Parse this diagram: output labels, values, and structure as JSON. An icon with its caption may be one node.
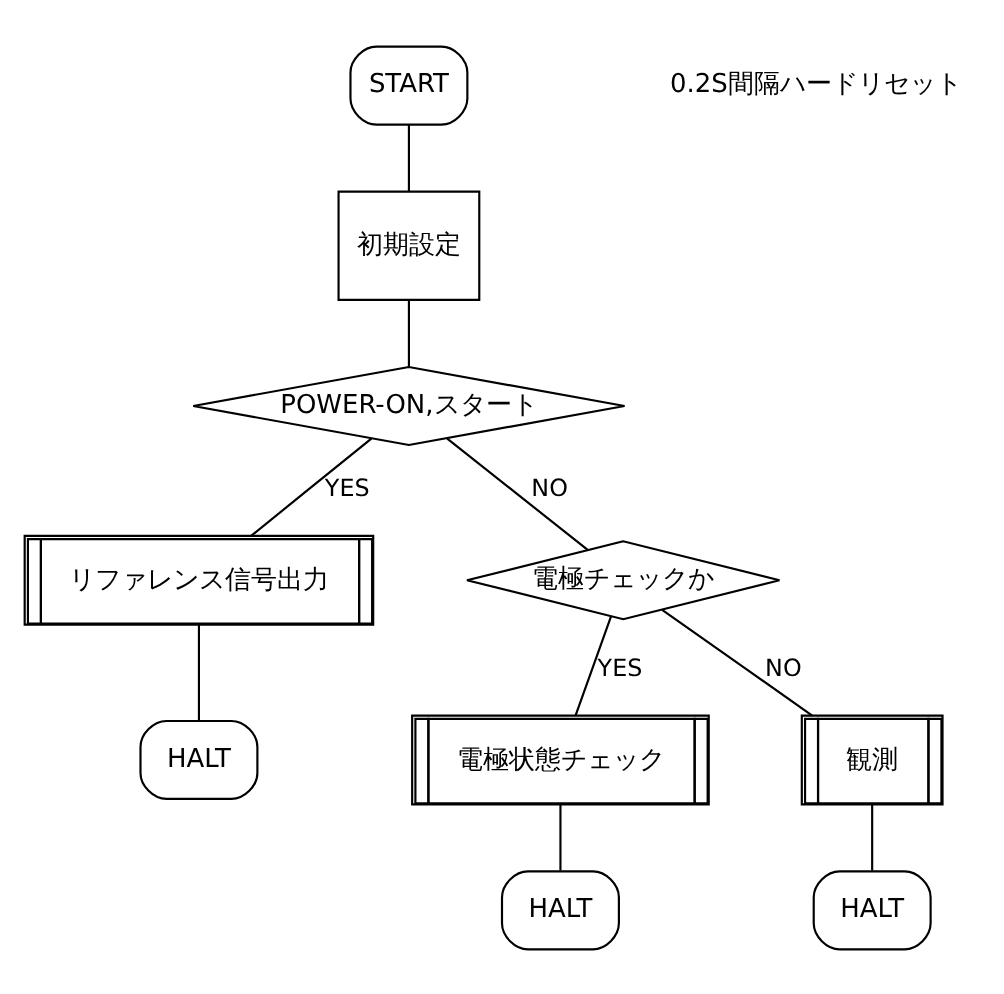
{
  "diagram": {
    "nodes": [
      {
        "text": [
          "START"
        ]
      },
      {
        "text": [
          "初期設定"
        ]
      },
      {
        "text": [
          "POWER-ON,スタート"
        ]
      },
      {
        "text": [
          "リファレンス信号出力"
        ]
      },
      {
        "text": [
          "HALT"
        ]
      },
      {
        "text": [
          "電極チェックか"
        ]
      },
      {
        "text": [
          "電極状態チェック"
        ]
      },
      {
        "text": [
          "観測"
        ]
      },
      {
        "text": [
          "HALT"
        ]
      },
      {
        "text": [
          "HALT"
        ]
      }
    ],
    "edges": [
      {
        "from": 0,
        "to": 1,
        "arrow": "none"
      },
      {
        "from": 1,
        "to": 2,
        "arrow": "none"
      },
      {
        "from": 2,
        "to": 3,
        "arrow": "none",
        "label": "YES"
      },
      {
        "from": 3,
        "to": 4,
        "arrow": "none"
      },
      {
        "from": 2,
        "to": 5,
        "arrow": "none",
        "label": "NO"
      },
      {
        "from": 5,
        "to": 6,
        "arrow": "none",
        "label": "YES"
      },
      {
        "from": 6,
        "to": 8,
        "arrow": "none"
      },
      {
        "from": 5,
        "to": 7,
        "arrow": "none",
        "label": "NO"
      },
      {
        "from": 7,
        "to": 9,
        "arrow": "none"
      }
    ],
    "labels": [
      "0.2S間隔ハードリセット"
    ]
  }
}
